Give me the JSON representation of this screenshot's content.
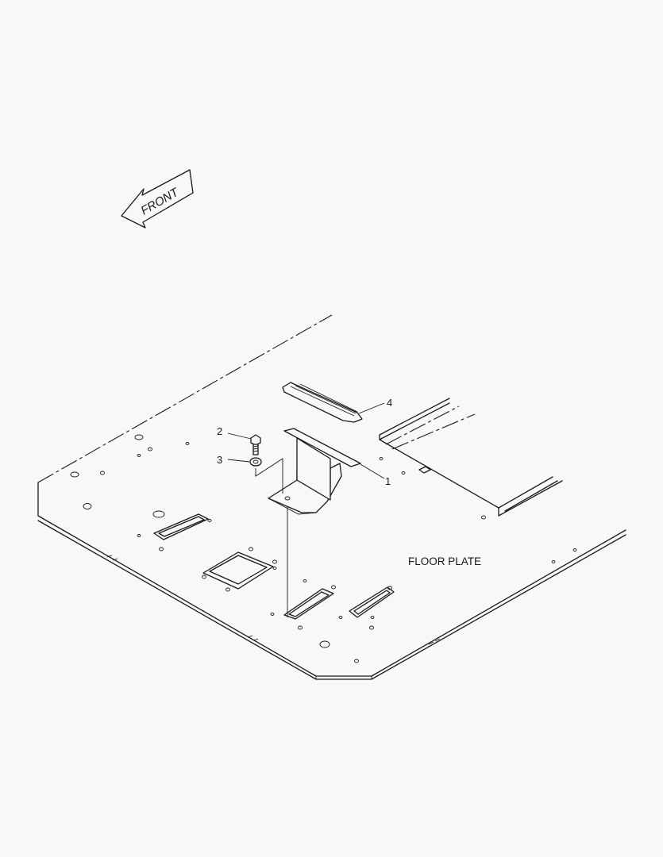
{
  "diagram": {
    "front_label": "FRONT",
    "floor_plate_label": "FLOOR PLATE",
    "callouts": [
      {
        "id": "1",
        "part": "bracket"
      },
      {
        "id": "2",
        "part": "bolt"
      },
      {
        "id": "3",
        "part": "washer"
      },
      {
        "id": "4",
        "part": "pedal-pad"
      }
    ]
  }
}
